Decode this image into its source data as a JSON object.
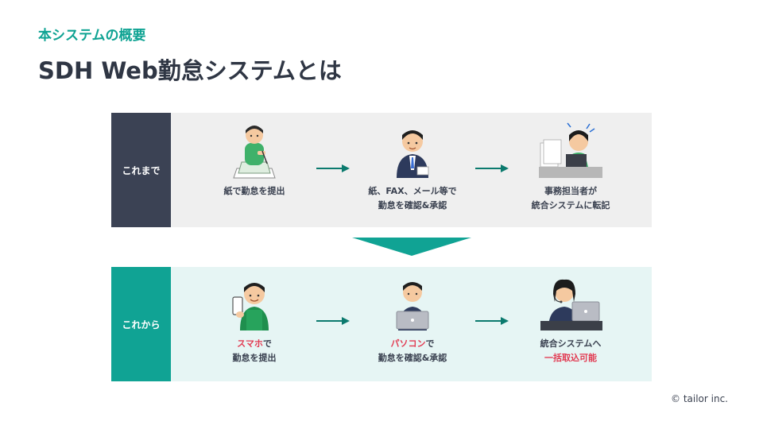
{
  "header": {
    "section_label": "本システムの概要",
    "title": "SDH Web勤怠システムとは"
  },
  "before": {
    "tag": "これまで",
    "steps": [
      {
        "line1": "紙で勤怠を提出",
        "line2": ""
      },
      {
        "line1": "紙、FAX、メール等で",
        "line2": "勤怠を確認&承認"
      },
      {
        "line1": "事務担当者が",
        "line2": "統合システムに転記"
      }
    ]
  },
  "after": {
    "tag": "これから",
    "steps": [
      {
        "highlight": "スマホ",
        "rest": "で",
        "line2": "勤怠を提出"
      },
      {
        "highlight": "パソコン",
        "rest": "で",
        "line2": "勤怠を確認&承認"
      },
      {
        "line1": "統合システムへ",
        "highlight2": "一括取込可能"
      }
    ]
  },
  "footer": {
    "copyright": "© tailor inc."
  },
  "colors": {
    "accent": "#10a394",
    "dark": "#3b4254",
    "highlight": "#e23b52"
  }
}
